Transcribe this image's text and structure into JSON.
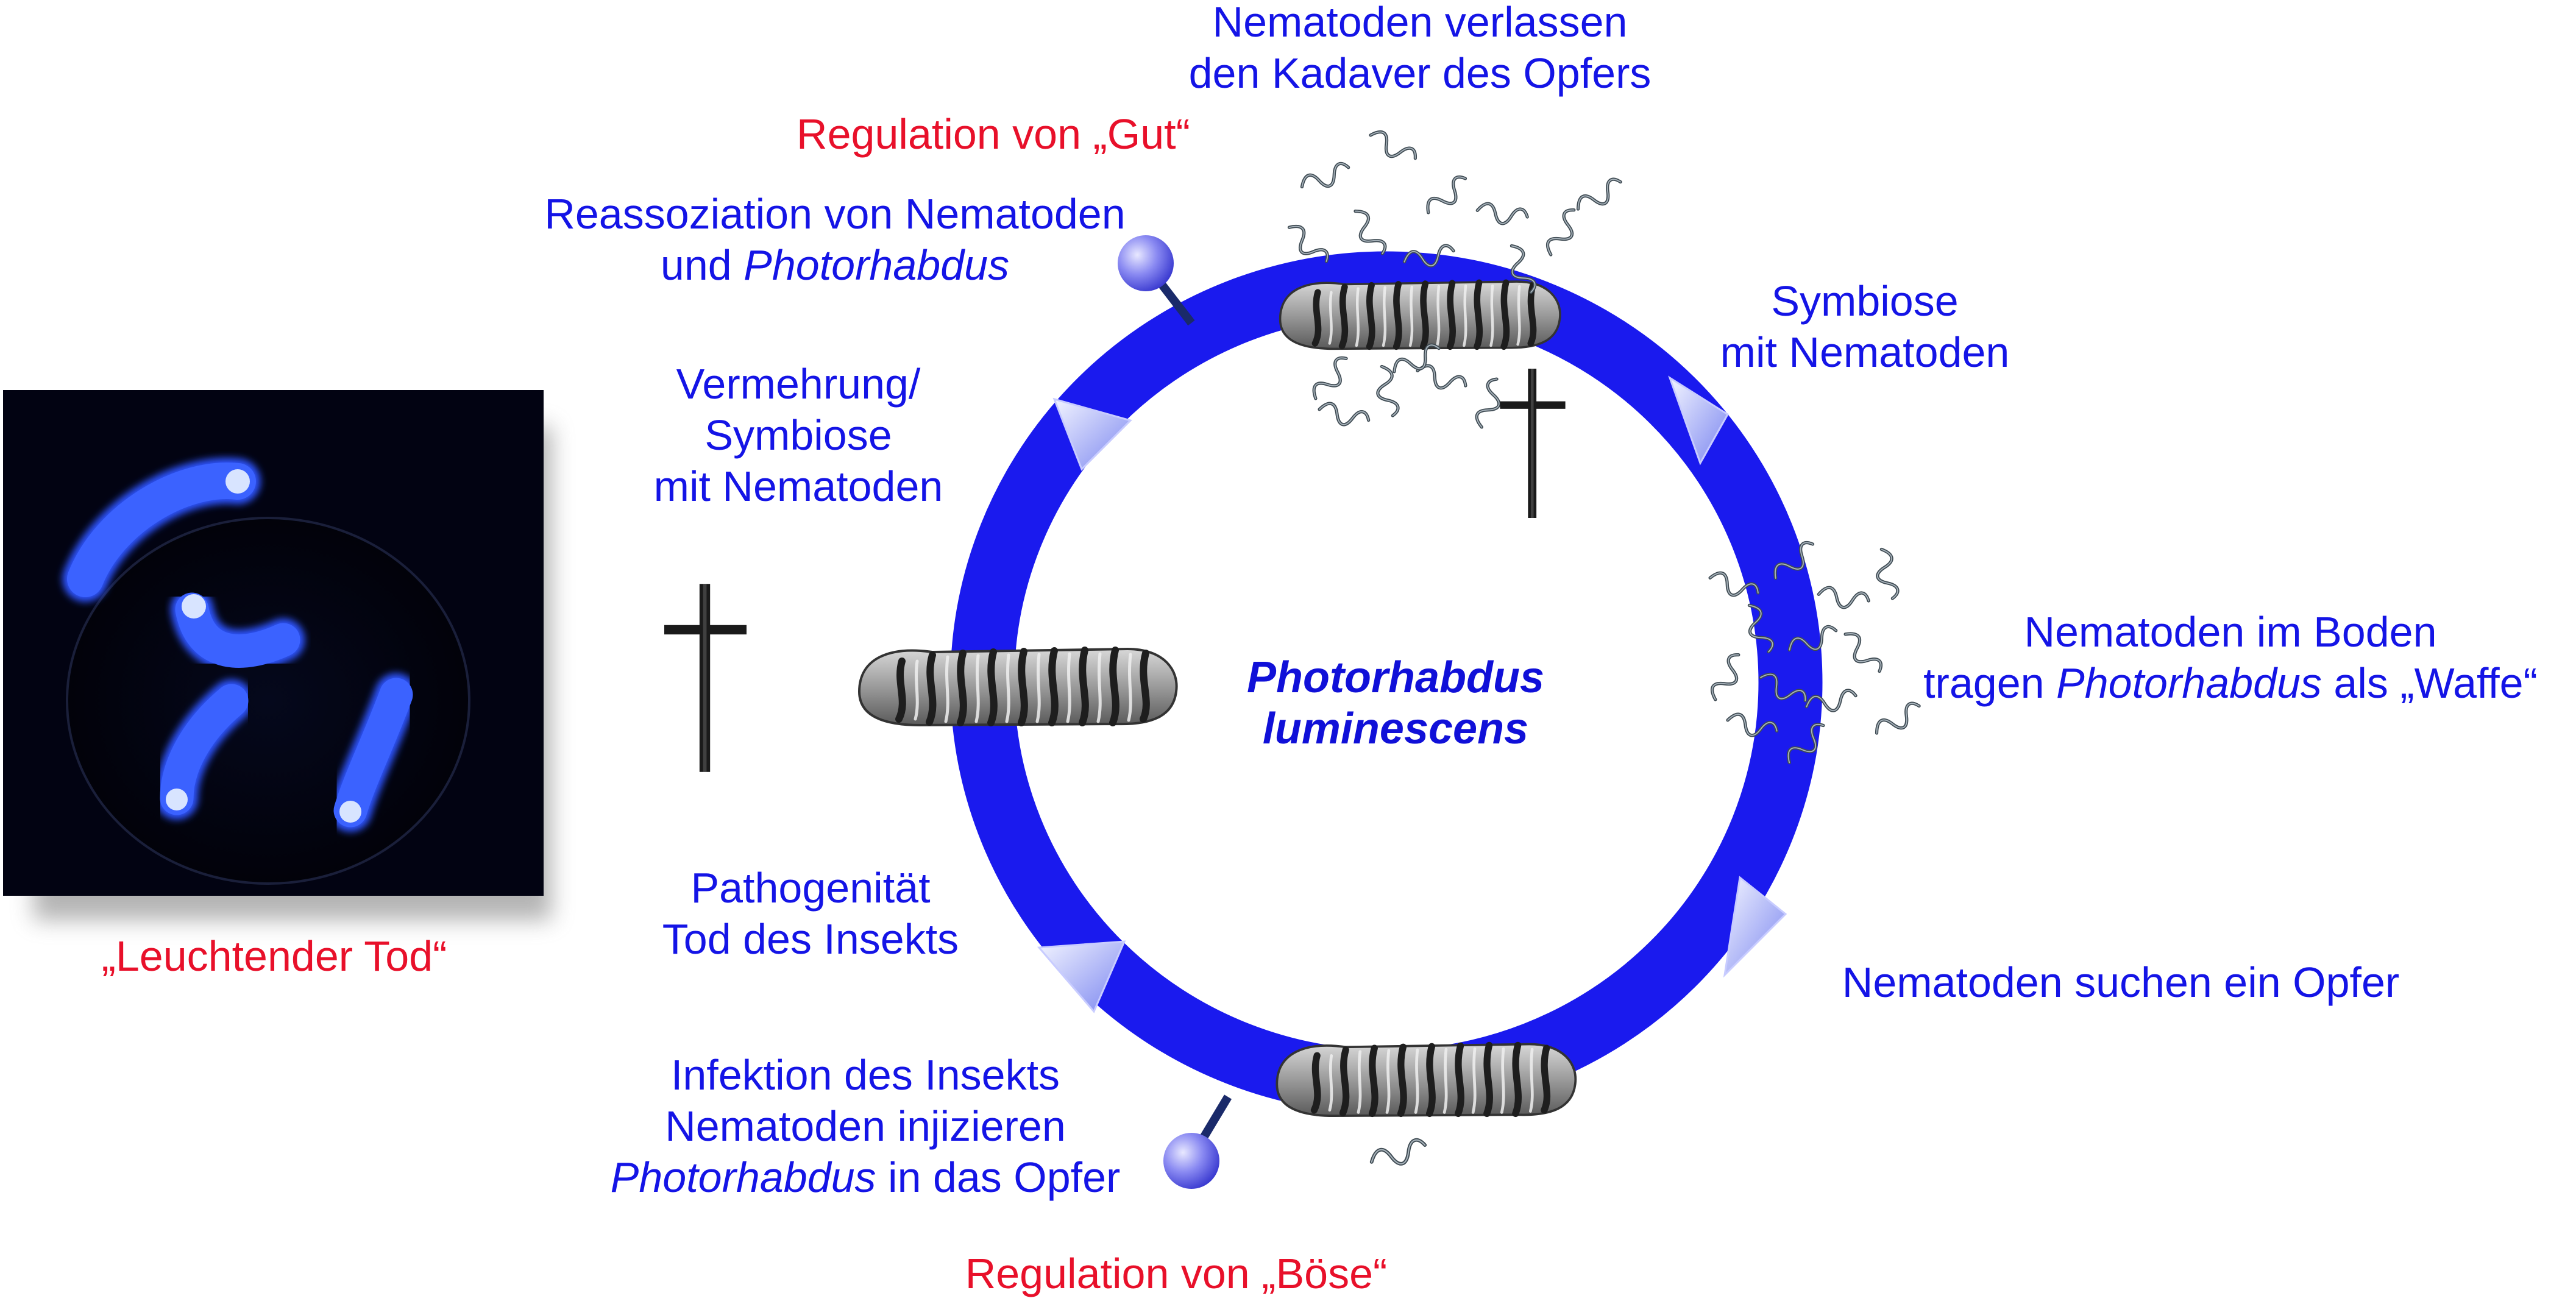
{
  "center_label": {
    "line1": "Photorhabdus",
    "line2": "luminescens"
  },
  "stages": {
    "leave_cadaver": {
      "line1": "Nematoden verlassen",
      "line2": "den Kadaver des Opfers"
    },
    "symbiosis_right": {
      "line1": "Symbiose",
      "line2": "mit Nematoden"
    },
    "soil": {
      "line1": "Nematoden im Boden",
      "line2_a": "tragen ",
      "line2_b": "Photorhabdus",
      "line2_c": " als „Waffe“"
    },
    "search": {
      "line1": "Nematoden suchen ein Opfer"
    },
    "infection": {
      "line1": "Infektion des Insekts",
      "line2": "Nematoden injizieren",
      "line3_a": "Photorhabdus",
      "line3_b": " in das Opfer"
    },
    "pathogenicity": {
      "line1": "Pathogenität",
      "line2": "Tod des Insekts"
    },
    "reproduction": {
      "line1": "Vermehrung/",
      "line2": "Symbiose",
      "line3": "mit Nematoden"
    },
    "reassociation": {
      "line1": "Reassoziation von Nematoden",
      "line2_a": "und ",
      "line2_b": "Photorhabdus"
    }
  },
  "regulation": {
    "good": "Regulation von „Gut“",
    "bad": "Regulation von „Böse“"
  },
  "photo_caption": "„Leuchtender Tod“",
  "colors": {
    "ring": "#1a1aee",
    "text_blue": "#1414e6",
    "text_red": "#e8102a",
    "photo_bg": "#020312",
    "larva_glow": "#2f55ff"
  },
  "icons": [
    "death-cross-icon",
    "larva-icon",
    "nematode-icon",
    "regulation-pin-icon",
    "cycle-arrow-icon"
  ]
}
